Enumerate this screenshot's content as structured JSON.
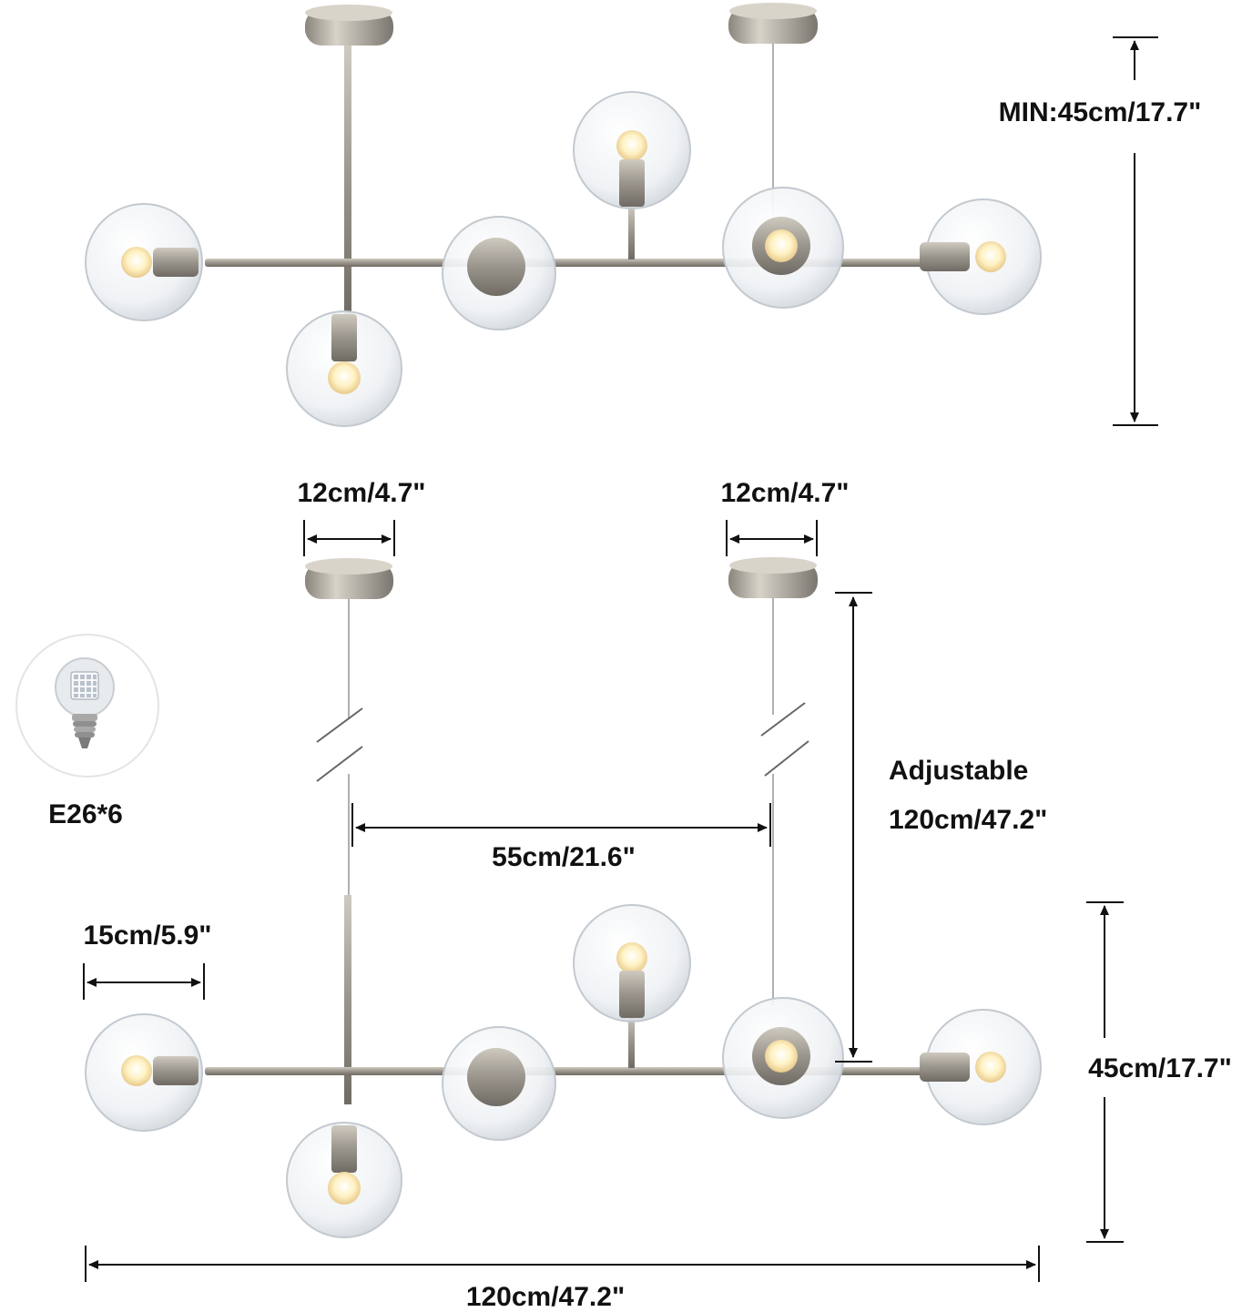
{
  "colors": {
    "metal": "#9a958c",
    "metal_dark": "#6f6b64",
    "glass": "#e9ecef",
    "glass_edge": "#c9ced3",
    "bulb_glow": "#fff3cf",
    "dimension_line": "#111111"
  },
  "dimensions": {
    "min_height": "MIN:45cm/17.7\"",
    "canopy_left": "12cm/4.7\"",
    "canopy_right": "12cm/4.7\"",
    "adjustable_label": "Adjustable",
    "adjustable_value": "120cm/47.2\"",
    "canopy_spacing": "55cm/21.6\"",
    "globe_width": "15cm/5.9\"",
    "fixture_height": "45cm/17.7\"",
    "total_length": "120cm/47.2\""
  },
  "bulb": {
    "label": "E26*6",
    "icon": "led-bulb-icon"
  }
}
